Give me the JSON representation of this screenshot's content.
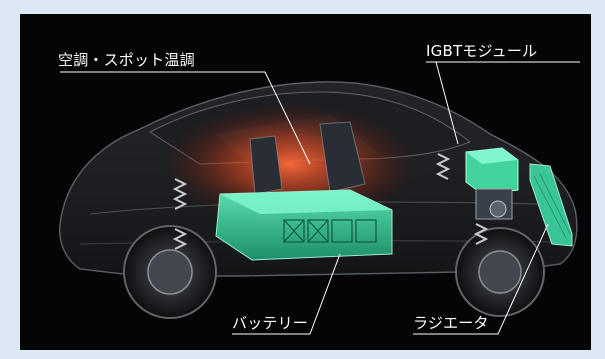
{
  "labels": {
    "ac": "空調・スポット温調",
    "igbt": "IGBTモジュール",
    "battery": "バッテリー",
    "radiator": "ラジエータ"
  },
  "colors": {
    "page_background": "#dde8f7",
    "frame_background": "#050506",
    "component_highlight": "#3ed8a6",
    "heat_glow": "#ff5a2a",
    "label_text": "#ffffff"
  }
}
